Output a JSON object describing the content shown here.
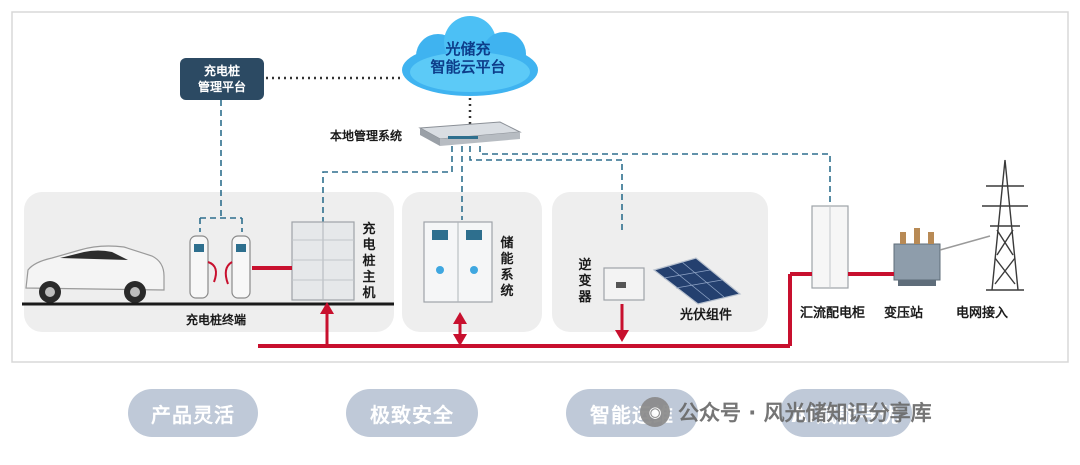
{
  "cloud": {
    "line1": "光储充",
    "line2": "智能云平台"
  },
  "charging_platform": {
    "line1": "充电桩",
    "line2": "管理平台"
  },
  "local_system": "本地管理系统",
  "charging_terminal": "充电桩终端",
  "charging_host": "充电桩主机",
  "storage_system": "储能系统",
  "inverter": "逆变器",
  "pv_module": "光伏组件",
  "combiner_cabinet": "汇流配电柜",
  "substation": "变压站",
  "grid_access": "电网接入",
  "features": [
    "产品灵活",
    "极致安全",
    "智能运维",
    "AI赋能寻优"
  ],
  "watermark": "公众号 · 风光储知识分享库",
  "colors": {
    "power_line": "#c8102e",
    "comm_line": "#2e6f8e",
    "panel_bg": "#eeeeee",
    "pill_bg": "#bfc9d8",
    "mgmt_box": "#2c4a63",
    "cloud": "#3fb3f0"
  }
}
